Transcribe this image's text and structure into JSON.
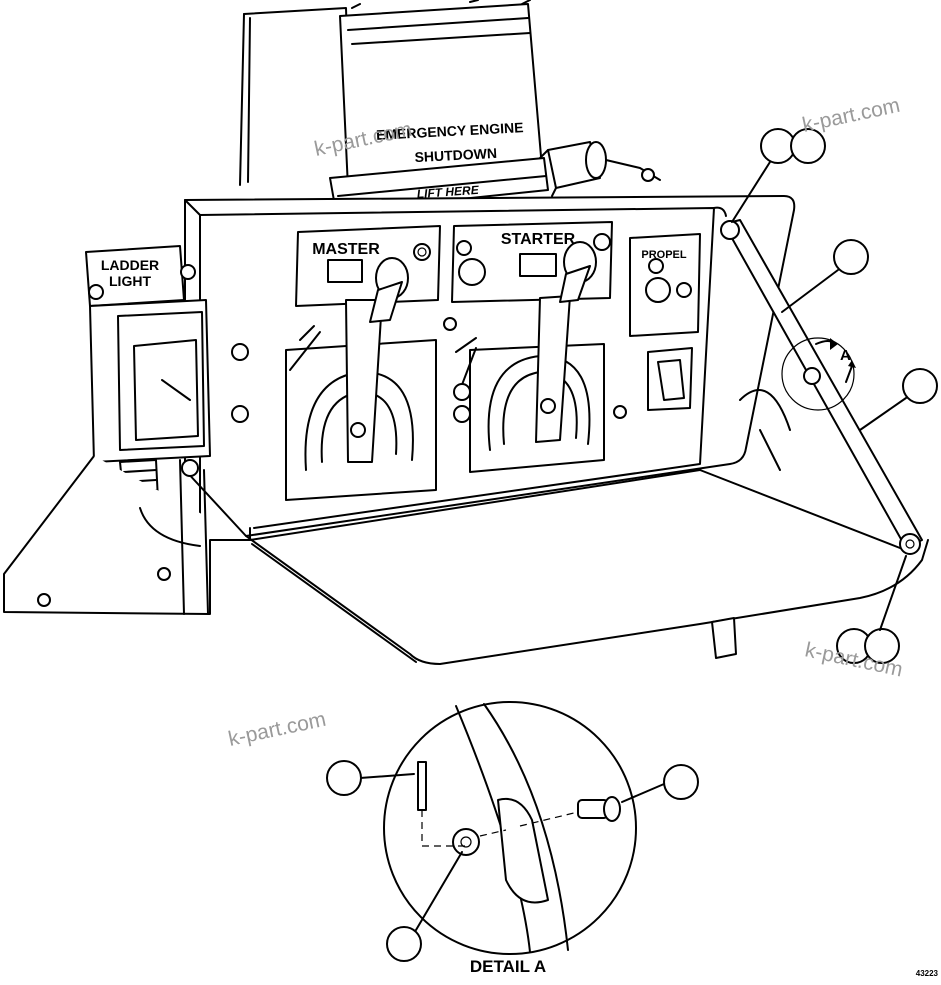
{
  "labels": {
    "emergency_line1": "EMERGENCY ENGINE",
    "emergency_line2": "SHUTDOWN",
    "lift_here": "LIFT HERE",
    "ladder_line1": "LADDER",
    "ladder_line2": "LIGHT",
    "master": "MASTER",
    "starter": "STARTER",
    "propel": "PROPEL",
    "detail_marker": "A",
    "detail_title": "DETAIL A",
    "drawing_number": "43223"
  },
  "watermarks": [
    "k-part.com",
    "k-part.com",
    "k-part.com",
    "k-part.com"
  ],
  "callouts": [
    "",
    "",
    "",
    "",
    "",
    "",
    "",
    "",
    ""
  ]
}
